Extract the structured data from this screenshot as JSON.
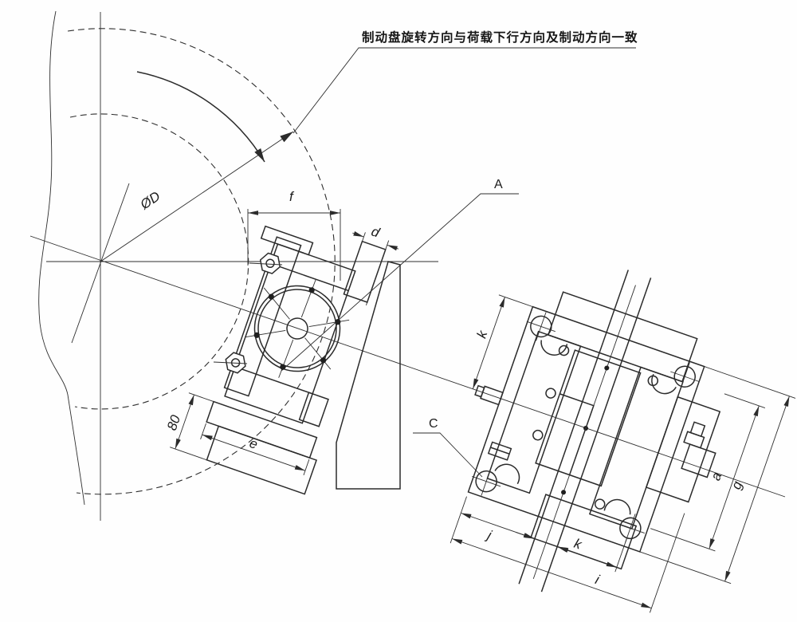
{
  "drawing": {
    "note": "制动盘旋转方向与荷载下行方向及制动方向一致",
    "labels": {
      "disc_diameter": "ØD",
      "view_a": "A",
      "detail_c": "C"
    },
    "dims": {
      "f": "f",
      "d": "d",
      "e": "e",
      "pad_height": "80",
      "k_top": "k",
      "j": "j",
      "k_bottom": "k",
      "i": "i",
      "a": "a",
      "g": "g"
    },
    "colors": {
      "line": "#2b2b2b",
      "background": "#ffffff"
    }
  }
}
